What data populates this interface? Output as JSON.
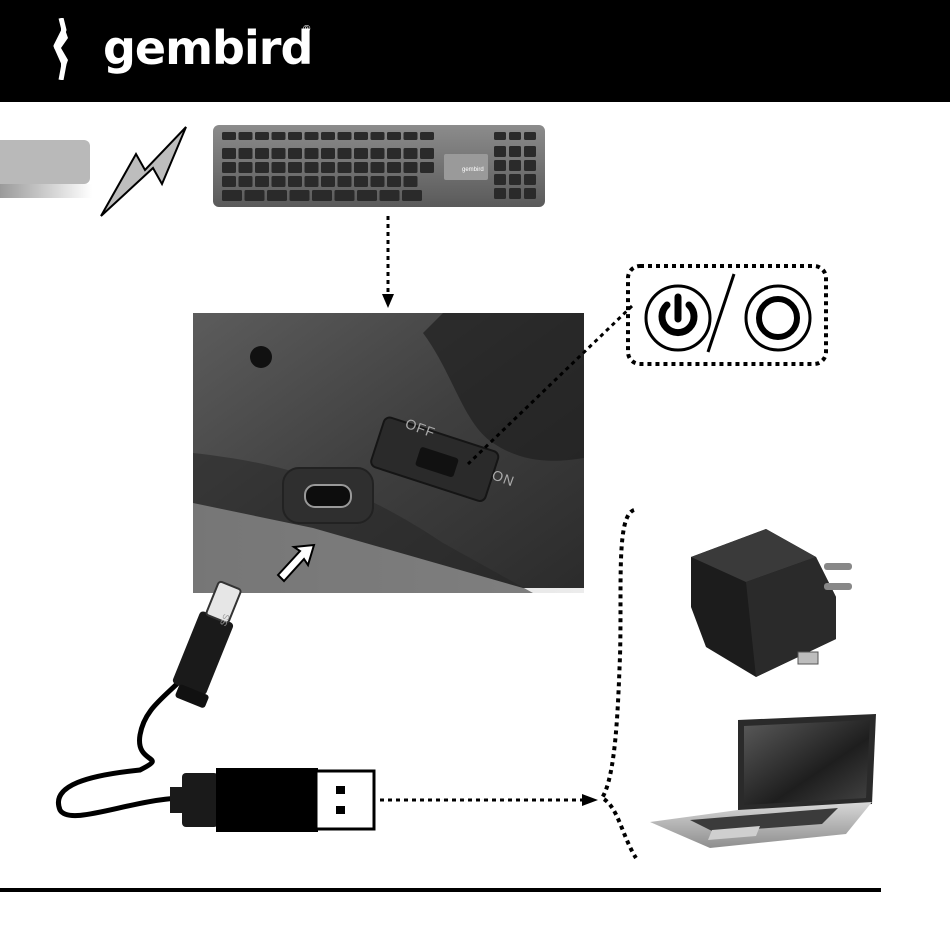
{
  "header": {
    "brand_name": "gembird",
    "brand_reg": "®",
    "logo_icon": "gembird-arrow-logo"
  },
  "keyboard": {
    "brand_label": "gembird"
  },
  "switch": {
    "off_label": "OFF",
    "on_label": "ON"
  },
  "cable": {
    "usb_mark": "SS"
  },
  "power_symbols": [
    "power-on-icon",
    "power-off-icon"
  ],
  "colors": {
    "header_bg": "#000000",
    "accent_grey": "#b9b9b9"
  }
}
